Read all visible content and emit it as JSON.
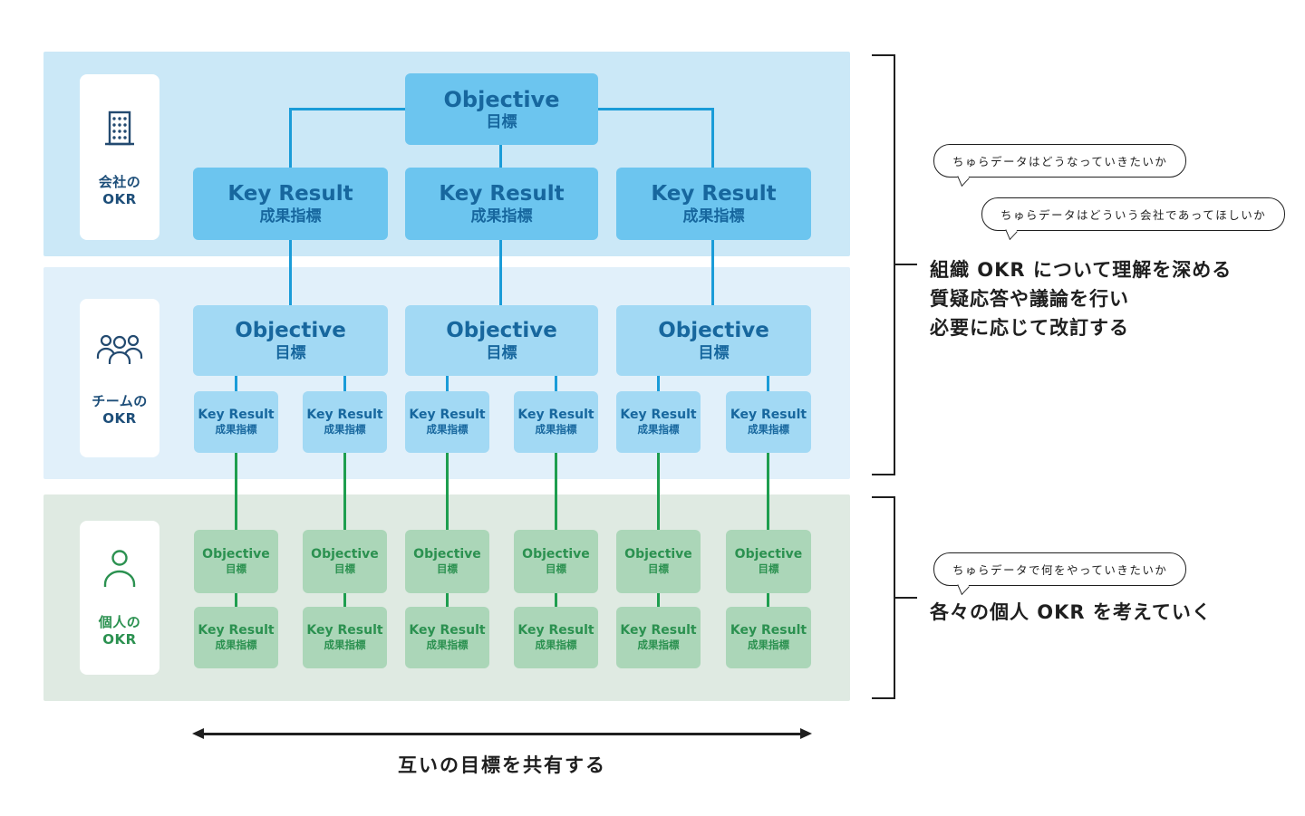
{
  "sections": {
    "company": {
      "label_top": "会社の",
      "label_bottom": "OKR",
      "objective": {
        "title": "Objective",
        "subtitle": "目標"
      },
      "key_results": [
        {
          "title": "Key Result",
          "subtitle": "成果指標"
        },
        {
          "title": "Key Result",
          "subtitle": "成果指標"
        },
        {
          "title": "Key Result",
          "subtitle": "成果指標"
        }
      ]
    },
    "team": {
      "label_top": "チームの",
      "label_bottom": "OKR",
      "objectives": [
        {
          "title": "Objective",
          "subtitle": "目標"
        },
        {
          "title": "Objective",
          "subtitle": "目標"
        },
        {
          "title": "Objective",
          "subtitle": "目標"
        }
      ],
      "key_results": [
        {
          "title": "Key Result",
          "subtitle": "成果指標"
        },
        {
          "title": "Key Result",
          "subtitle": "成果指標"
        },
        {
          "title": "Key Result",
          "subtitle": "成果指標"
        },
        {
          "title": "Key Result",
          "subtitle": "成果指標"
        },
        {
          "title": "Key Result",
          "subtitle": "成果指標"
        },
        {
          "title": "Key Result",
          "subtitle": "成果指標"
        }
      ]
    },
    "individual": {
      "label_top": "個人の",
      "label_bottom": "OKR",
      "objectives": [
        {
          "title": "Objective",
          "subtitle": "目標"
        },
        {
          "title": "Objective",
          "subtitle": "目標"
        },
        {
          "title": "Objective",
          "subtitle": "目標"
        },
        {
          "title": "Objective",
          "subtitle": "目標"
        },
        {
          "title": "Objective",
          "subtitle": "目標"
        },
        {
          "title": "Objective",
          "subtitle": "目標"
        }
      ],
      "key_results": [
        {
          "title": "Key Result",
          "subtitle": "成果指標"
        },
        {
          "title": "Key Result",
          "subtitle": "成果指標"
        },
        {
          "title": "Key Result",
          "subtitle": "成果指標"
        },
        {
          "title": "Key Result",
          "subtitle": "成果指標"
        },
        {
          "title": "Key Result",
          "subtitle": "成果指標"
        },
        {
          "title": "Key Result",
          "subtitle": "成果指標"
        }
      ]
    }
  },
  "annotations": {
    "bubble1": "ちゅらデータはどうなっていきたいか",
    "bubble2": "ちゅらデータはどういう会社であってほしいか",
    "note1_line1": "組織 OKR について理解を深める",
    "note1_line2": "質疑応答や議論を行い",
    "note1_line3": "必要に応じて改訂する",
    "bubble3": "ちゅらデータで何をやっていきたいか",
    "note2": "各々の個人 OKR を考えていく"
  },
  "footer": {
    "arrow_label": "互いの目標を共有する"
  },
  "icons": [
    "building-icon",
    "team-icon",
    "person-icon"
  ],
  "colors": {
    "section_company_bg": "#cbe8f7",
    "section_team_bg": "#e1f0fa",
    "section_individual_bg": "#dfeae2",
    "box_company": "#6cc5ef",
    "box_team": "#a2d9f4",
    "box_individual": "#abd6b8",
    "text_blue": "#17679e",
    "text_green": "#2b9150",
    "line_blue": "#1a9cd8",
    "line_green": "#1e9e4f",
    "label_navy": "#1d4e79",
    "annotation_black": "#1f1f1f"
  }
}
